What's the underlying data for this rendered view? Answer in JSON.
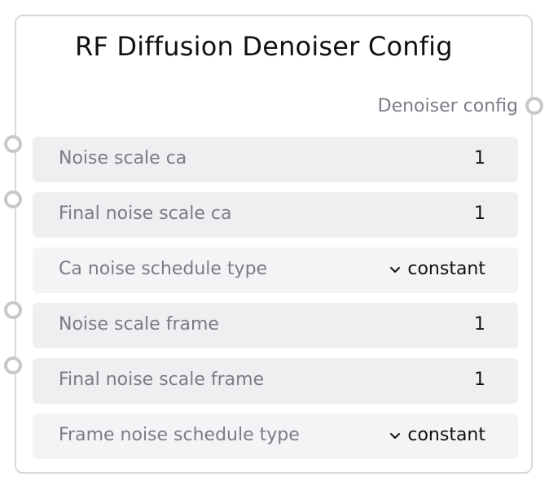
{
  "node": {
    "title": "RF Diffusion Denoiser Config",
    "output": {
      "label": "Denoiser config"
    },
    "rows": [
      {
        "label": "Noise scale ca",
        "value": "1",
        "kind": "number",
        "has_input_port": true
      },
      {
        "label": "Final noise scale ca",
        "value": "1",
        "kind": "number",
        "has_input_port": true
      },
      {
        "label": "Ca noise schedule type",
        "value": "constant",
        "kind": "select",
        "has_input_port": false
      },
      {
        "label": "Noise scale frame",
        "value": "1",
        "kind": "number",
        "has_input_port": true
      },
      {
        "label": "Final noise scale frame",
        "value": "1",
        "kind": "number",
        "has_input_port": true
      },
      {
        "label": "Frame noise schedule type",
        "value": "constant",
        "kind": "select",
        "has_input_port": false
      }
    ]
  },
  "icons": {
    "port": "port-circle-icon",
    "dropdown": "chevron-down-icon"
  },
  "colors": {
    "border": "#d9d9dc",
    "row_background": "#efeff2",
    "label_text": "#7b7b86",
    "value_text": "#111111",
    "port_ring": "#c7c7cc"
  }
}
